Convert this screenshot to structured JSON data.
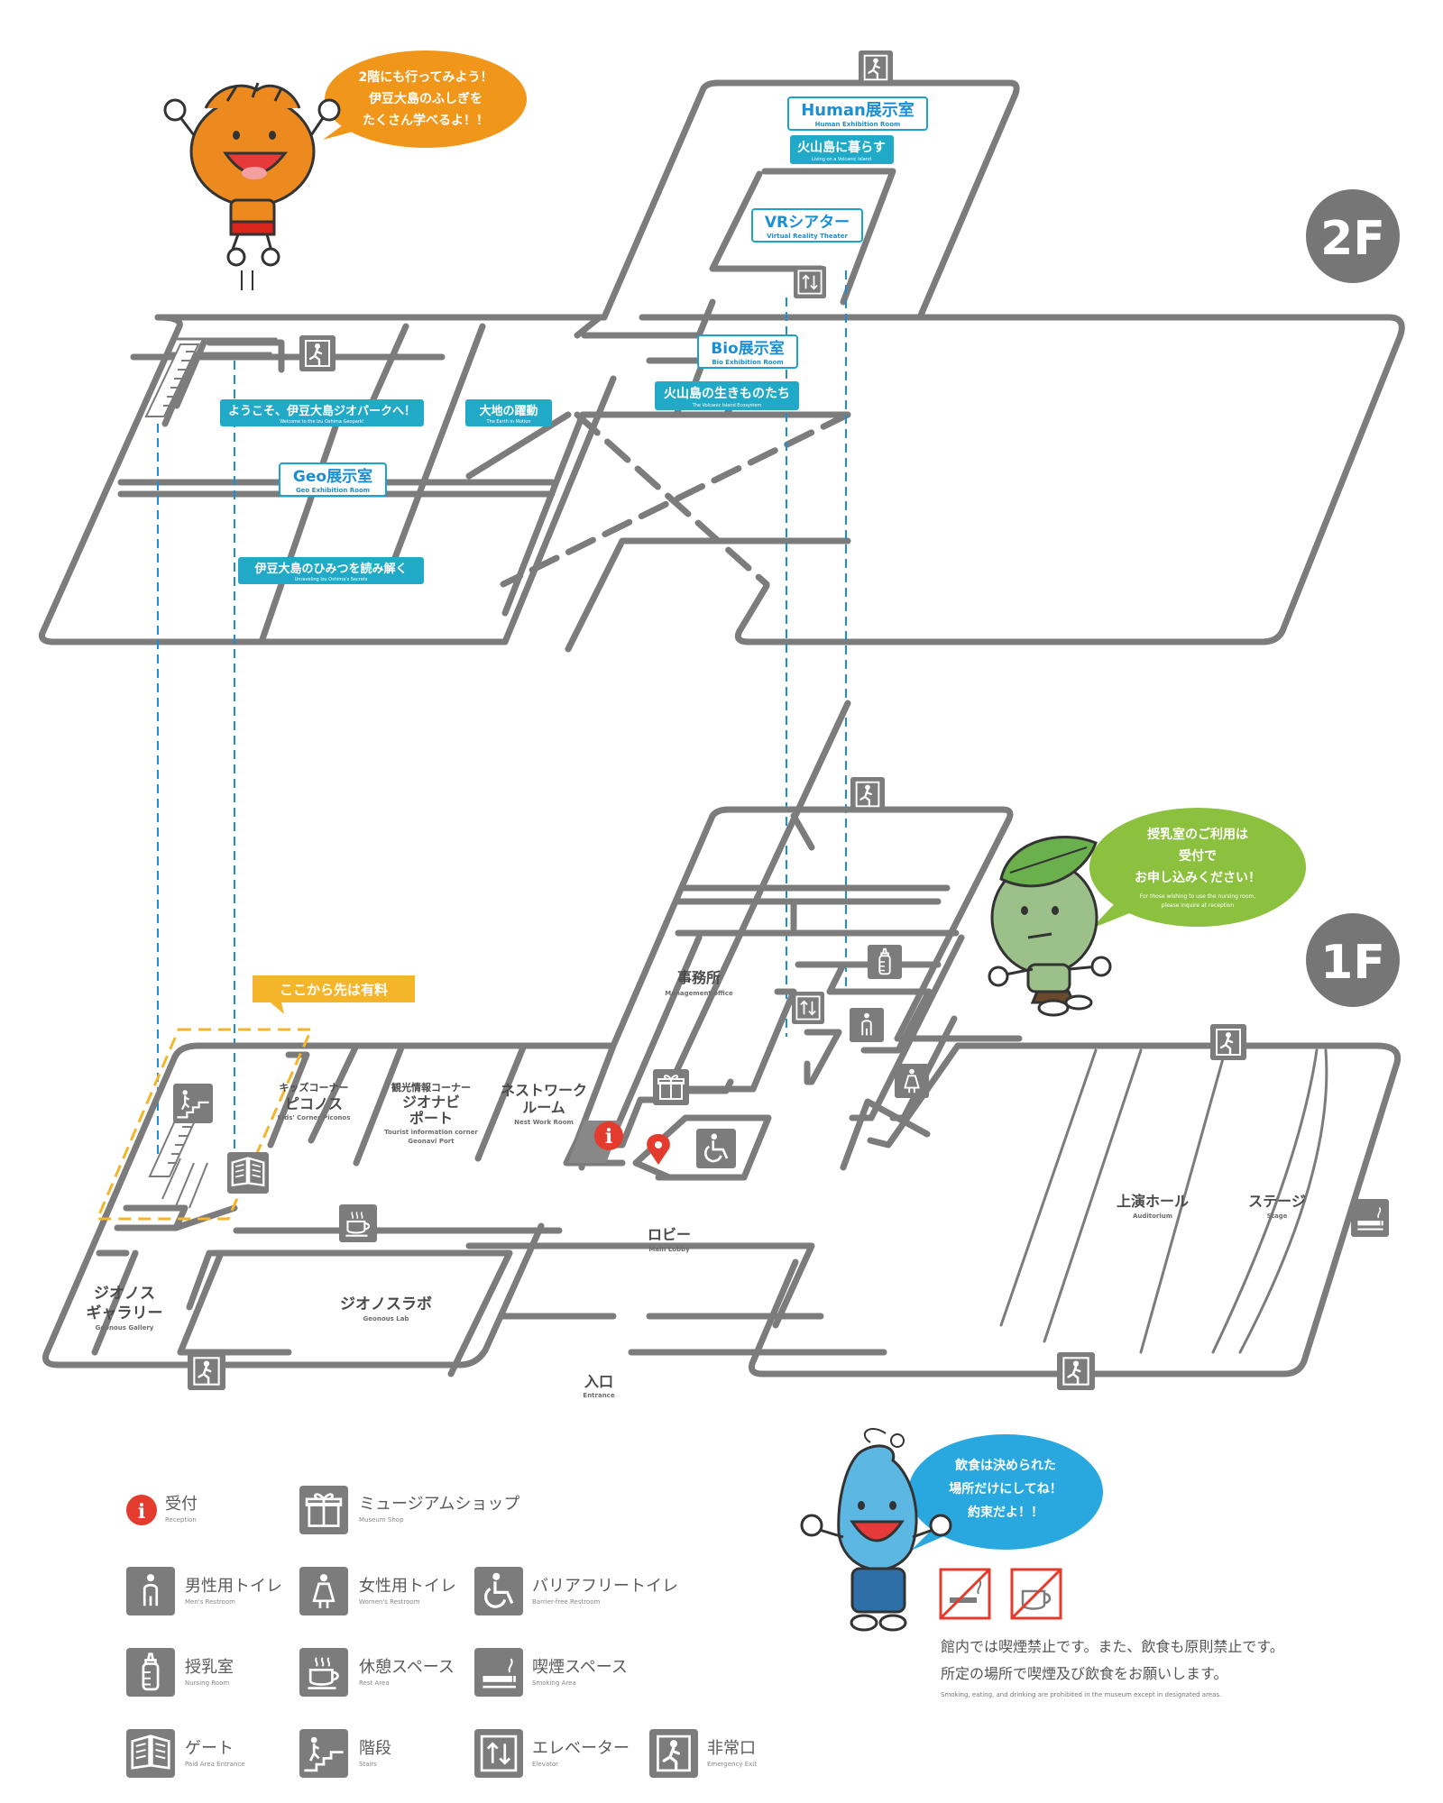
{
  "floors": {
    "f2": "2F",
    "f1": "1F"
  },
  "bubbles": {
    "orange": [
      "2階にも行ってみよう！",
      "伊豆大島のふしぎを",
      "たくさん学べるよ！！"
    ],
    "green": [
      "授乳室のご利用は",
      "受付で",
      "お申し込みください！"
    ],
    "green_en": [
      "For those wishing to use the nursing room,",
      "please inquire at reception"
    ],
    "blue": [
      "飲食は決められた",
      "場所だけにしてね！",
      "約束だよ！！"
    ]
  },
  "f2_rooms": {
    "human": {
      "title": "Human展示室",
      "sub": "Human Exhibition Room",
      "exhibit": "火山島に暮らす",
      "exhibit_en": "Living on a Volcanic Island"
    },
    "vr": {
      "title": "VRシアター",
      "sub": "Virtual Reality Theater"
    },
    "bio": {
      "title": "Bio展示室",
      "sub": "Bio Exhibition Room",
      "exhibit": "火山島の生きものたち",
      "exhibit_en": "The Volcanic Island Ecosystem"
    },
    "geo": {
      "title": "Geo展示室",
      "sub": "Geo Exhibition Room"
    },
    "welcome": {
      "title": "ようこそ、伊豆大島ジオパークへ！",
      "sub": "Welcome to the Izu Oshima Geopark!"
    },
    "earth": {
      "title": "大地の躍動",
      "sub": "The Earth in Motion"
    },
    "secrets": {
      "title": "伊豆大島のひみつを読み解く",
      "sub": "Unraveling Izu Oshima's Secrets"
    }
  },
  "f1_rooms": {
    "paid_label": "ここから先は有料",
    "management": {
      "title": "事務所",
      "sub": "Management office"
    },
    "kids": {
      "pre": "キッズコーナー",
      "title": "ピコノス",
      "sub": "Kids' Corner Piconos"
    },
    "tourist": {
      "pre": "観光情報コーナー",
      "title1": "ジオナビ",
      "title2": "ポート",
      "sub1": "Tourist information corner",
      "sub2": "Geonavi Port"
    },
    "network": {
      "title1": "ネストワーク",
      "title2": "ルーム",
      "sub": "Nest Work Room"
    },
    "lobby": {
      "title": "ロビー",
      "sub": "Main Lobby"
    },
    "gallery": {
      "title1": "ジオノス",
      "title2": "ギャラリー",
      "sub": "Geonous Gallery"
    },
    "lab": {
      "title": "ジオノスラボ",
      "sub": "Geonous Lab"
    },
    "auditorium": {
      "title": "上演ホール",
      "sub": "Auditorium"
    },
    "stage": {
      "title": "ステージ",
      "sub": "Stage"
    },
    "entrance": {
      "title": "入口",
      "sub": "Entrance"
    }
  },
  "legend": [
    {
      "icon": "reception-icon",
      "label": "受付",
      "sub": "Reception"
    },
    {
      "icon": "gift-icon",
      "label": "ミュージアムショップ",
      "sub": "Museum Shop"
    },
    {
      "icon": "men-restroom-icon",
      "label": "男性用トイレ",
      "sub": "Men's Restroom"
    },
    {
      "icon": "women-restroom-icon",
      "label": "女性用トイレ",
      "sub": "Women's Restroom"
    },
    {
      "icon": "wheelchair-icon",
      "label": "バリアフリートイレ",
      "sub": "Barrier-free Restroom"
    },
    {
      "icon": "baby-bottle-icon",
      "label": "授乳室",
      "sub": "Nursing Room"
    },
    {
      "icon": "coffee-cup-icon",
      "label": "休憩スペース",
      "sub": "Rest Area"
    },
    {
      "icon": "cigarette-icon",
      "label": "喫煙スペース",
      "sub": "Smoking Area"
    },
    {
      "icon": "gate-icon",
      "label": "ゲート",
      "sub": "Paid Area Entrance"
    },
    {
      "icon": "stairs-icon",
      "label": "階段",
      "sub": "Stairs"
    },
    {
      "icon": "elevator-icon",
      "label": "エレベーター",
      "sub": "Elevator"
    },
    {
      "icon": "emergency-exit-icon",
      "label": "非常口",
      "sub": "Emergency Exit"
    }
  ],
  "notice": {
    "line1": "館内では喫煙禁止です。また、飲食も原則禁止です。",
    "line2": "所定の場所で喫煙及び飲食をお願いします。",
    "line3": "Smoking, eating, and drinking are prohibited in the museum except in designated areas."
  },
  "colors": {
    "wall": "#7c7c7c",
    "blue": "#1b8fd2",
    "teal": "#21aac8",
    "orange": "#f0961b",
    "green": "#8cc13f",
    "bubble_blue": "#29a8e0",
    "paid": "#f5b52a",
    "red": "#e33b2e"
  }
}
